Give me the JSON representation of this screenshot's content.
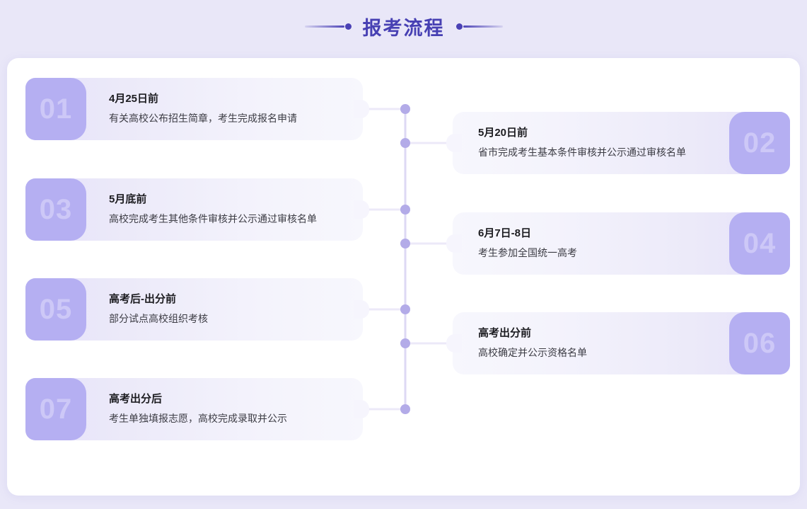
{
  "header": {
    "title": "报考流程",
    "decoration_left": "line-dot-left",
    "decoration_right": "dot-line-right",
    "accent_color": "#4740b3"
  },
  "theme": {
    "page_background": "#e9e7f8",
    "panel_background": "#ffffff",
    "badge_color": "#b5aff2",
    "badge_text_color": "#cdc8f7",
    "card_gradient_from": "#e5e1fa",
    "card_gradient_to": "#f7f7fd",
    "connector_color": "#b3abe8",
    "connector_line_color": "#ded9f4"
  },
  "flow": {
    "steps": [
      {
        "number": "01",
        "side": "left",
        "heading": "4月25日前",
        "description": "有关高校公布招生简章，考生完成报名申请"
      },
      {
        "number": "02",
        "side": "right",
        "heading": "5月20日前",
        "description": "省市完成考生基本条件审核并公示通过审核名单"
      },
      {
        "number": "03",
        "side": "left",
        "heading": "5月底前",
        "description": "高校完成考生其他条件审核并公示通过审核名单"
      },
      {
        "number": "04",
        "side": "right",
        "heading": "6月7日-8日",
        "description": "考生参加全国统一高考"
      },
      {
        "number": "05",
        "side": "left",
        "heading": "高考后-出分前",
        "description": "部分试点高校组织考核"
      },
      {
        "number": "06",
        "side": "right",
        "heading": "高考出分前",
        "description": "高校确定并公示资格名单"
      },
      {
        "number": "07",
        "side": "left",
        "heading": "高考出分后",
        "description": "考生单独填报志愿，高校完成录取并公示"
      }
    ]
  }
}
